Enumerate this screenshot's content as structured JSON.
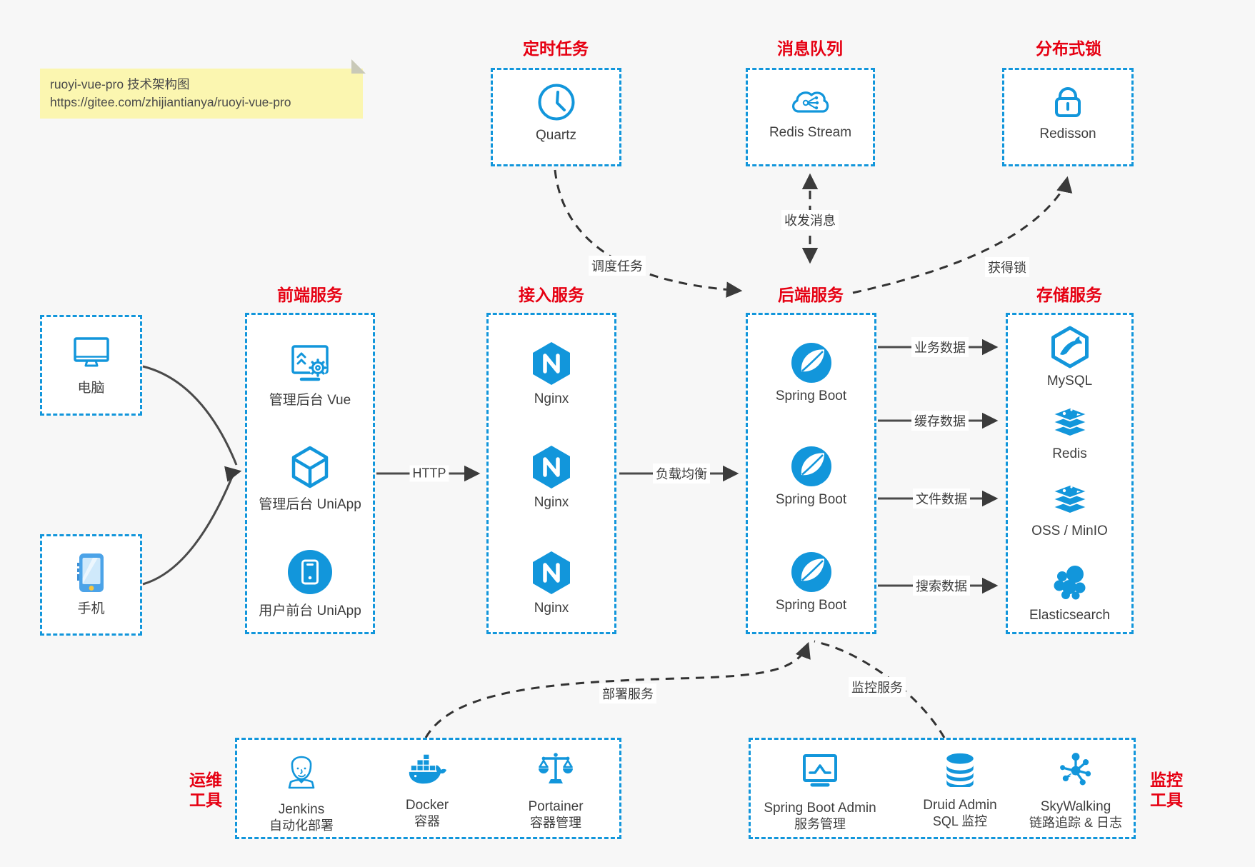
{
  "note": {
    "line1": "ruoyi-vue-pro 技术架构图",
    "line2": "https://gitee.com/zhijiantianya/ruoyi-vue-pro"
  },
  "top": {
    "scheduled_title": "定时任务",
    "scheduled_item": "Quartz",
    "mq_title": "消息队列",
    "mq_item": "Redis Stream",
    "lock_title": "分布式锁",
    "lock_item": "Redisson"
  },
  "clients": {
    "pc": "电脑",
    "mobile": "手机"
  },
  "frontend": {
    "title": "前端服务",
    "items": [
      "管理后台 Vue",
      "管理后台 UniApp",
      "用户前台 UniApp"
    ]
  },
  "gateway": {
    "title": "接入服务",
    "items": [
      "Nginx",
      "Nginx",
      "Nginx"
    ]
  },
  "backend": {
    "title": "后端服务",
    "items": [
      "Spring Boot",
      "Spring Boot",
      "Spring Boot"
    ]
  },
  "storage": {
    "title": "存储服务",
    "items": [
      "MySQL",
      "Redis",
      "OSS / MinIO",
      "Elasticsearch"
    ]
  },
  "ops": {
    "title_line1": "运维",
    "title_line2": "工具",
    "items": [
      {
        "name": "Jenkins",
        "desc": "自动化部署"
      },
      {
        "name": "Docker",
        "desc": "容器"
      },
      {
        "name": "Portainer",
        "desc": "容器管理"
      }
    ]
  },
  "monitoring": {
    "title_line1": "监控",
    "title_line2": "工具",
    "items": [
      {
        "name": "Spring Boot Admin",
        "desc": "服务管理"
      },
      {
        "name": "Druid Admin",
        "desc": "SQL 监控"
      },
      {
        "name": "SkyWalking",
        "desc": "链路追踪 & 日志"
      }
    ]
  },
  "edges": {
    "http": "HTTP",
    "load_balance": "负载均衡",
    "business_data": "业务数据",
    "cache_data": "缓存数据",
    "file_data": "文件数据",
    "search_data": "搜索数据",
    "schedule_task": "调度任务",
    "send_receive_msg": "收发消息",
    "acquire_lock": "获得锁",
    "deploy_service": "部署服务",
    "monitor_service": "监控服务"
  },
  "colors": {
    "accent_blue": "#1296db",
    "title_red": "#e60012",
    "arrow_gray": "#3b3b3b",
    "note_yellow": "#fbf6b0"
  }
}
